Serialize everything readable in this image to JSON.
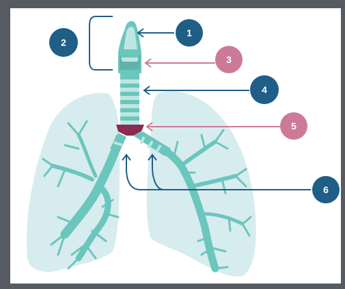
{
  "colors": {
    "frame": "#555b61",
    "lung": "#d7ecef",
    "lung_edge": "#e6f3f5",
    "airway": "#6bc6bd",
    "airway_light": "#bfe6e2",
    "larynx_dark": "#5fb3ab",
    "carina": "#8b2b52",
    "navy": "#1e5e87",
    "pink": "#cc7a98"
  },
  "labels": [
    {
      "id": "1",
      "color": "navy"
    },
    {
      "id": "2",
      "color": "navy"
    },
    {
      "id": "3",
      "color": "pink"
    },
    {
      "id": "4",
      "color": "navy"
    },
    {
      "id": "5",
      "color": "pink"
    },
    {
      "id": "6",
      "color": "navy"
    }
  ]
}
